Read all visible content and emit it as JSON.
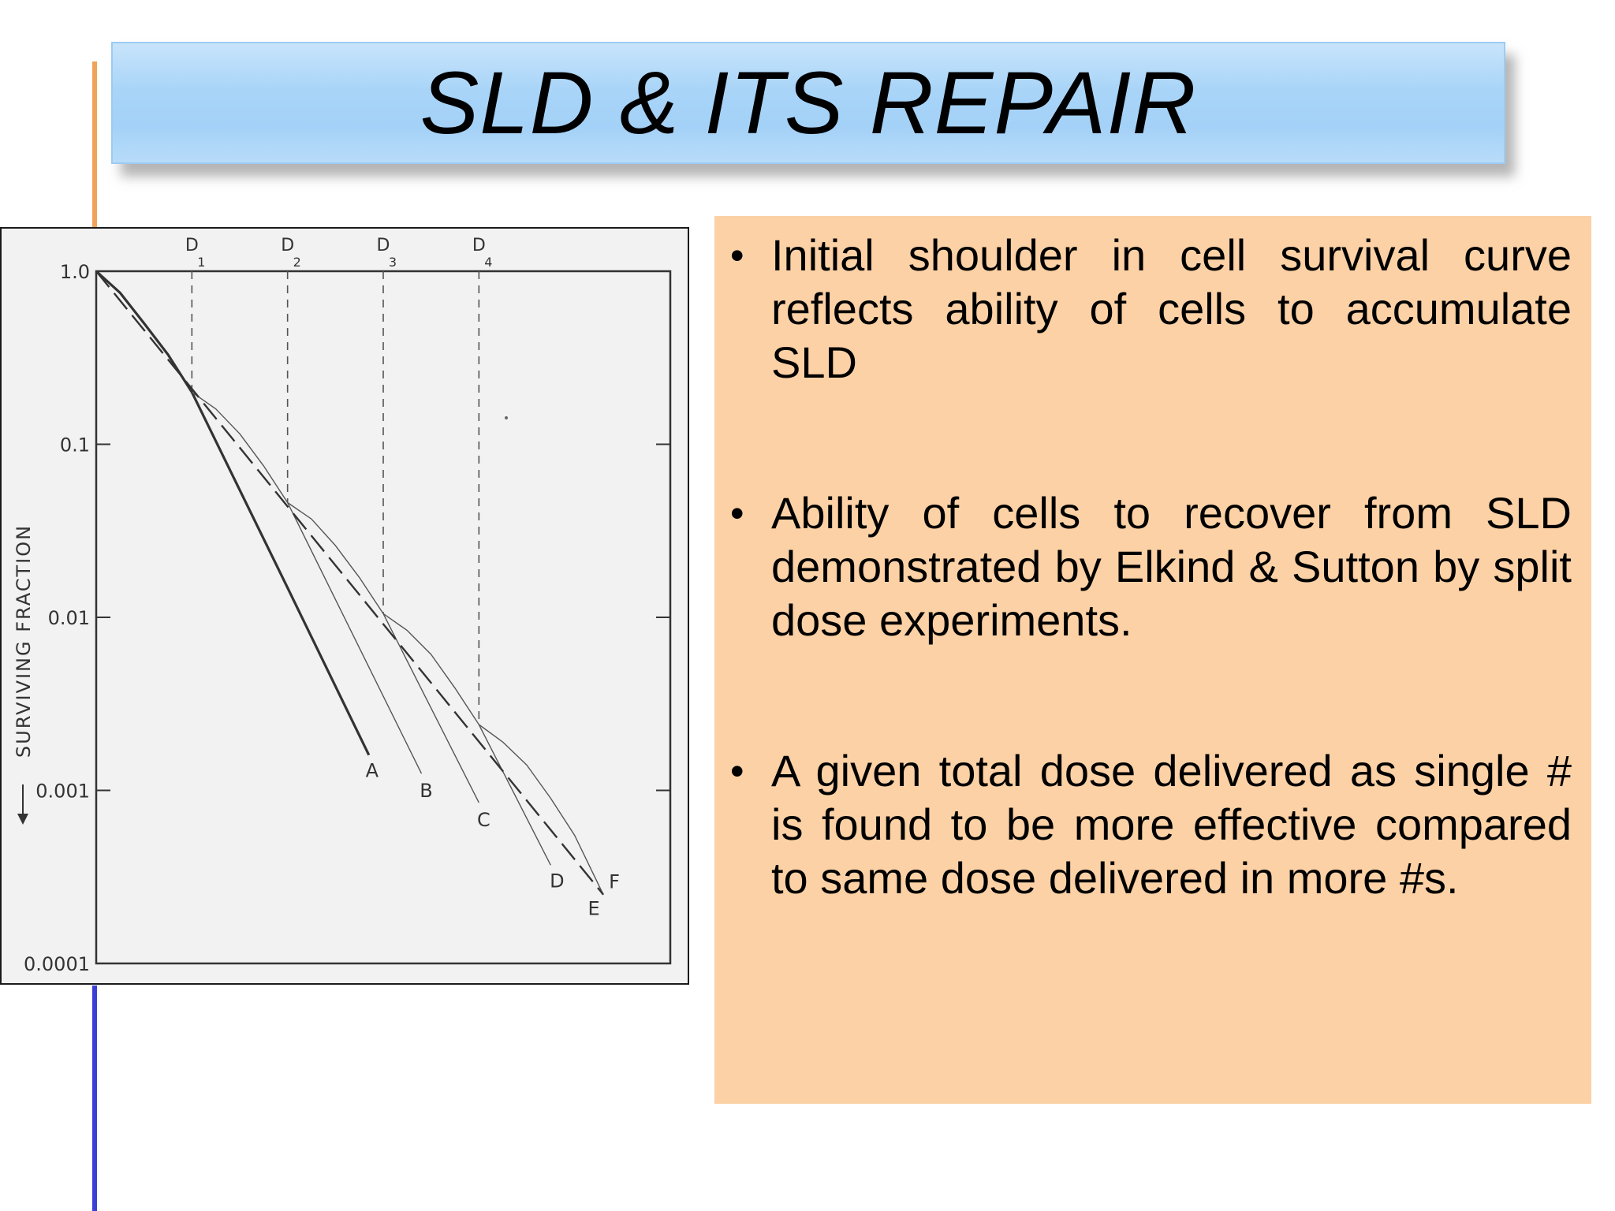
{
  "slide": {
    "title": "SLD & ITS REPAIR",
    "colors": {
      "title_bar": "#a8d4f8",
      "text_box": "#fcd1a5",
      "accent_top": "#f0a35a",
      "accent_bottom": "#3b3fd8"
    },
    "bullets": [
      {
        "text": "Initial shoulder in cell survival curve reflects ability of cells to accumulate SLD"
      },
      {
        "text": "Ability of cells to recover from SLD demonstrated by Elkind & Sutton by split dose experiments."
      },
      {
        "text": "A given total dose delivered as single # is found to be more effective compared to same dose delivered in more #s."
      }
    ]
  },
  "chart_data": {
    "type": "line",
    "ylabel": "SURVIVING FRACTION",
    "yscale": "log",
    "ylim": [
      0.0001,
      1.0
    ],
    "y_ticks": [
      "1.0",
      "0.1",
      "0.01",
      "0.001",
      "0.0001"
    ],
    "y_tick_values": [
      1.0,
      0.1,
      0.01,
      0.001,
      0.0001
    ],
    "xlim": [
      0,
      6
    ],
    "dose_markers": [
      {
        "label": "D",
        "sub": "1",
        "x": 1.0
      },
      {
        "label": "D",
        "sub": "2",
        "x": 2.0
      },
      {
        "label": "D",
        "sub": "3",
        "x": 3.0
      },
      {
        "label": "D",
        "sub": "4",
        "x": 4.0
      }
    ],
    "series": [
      {
        "name": "A",
        "style": "bold",
        "points": [
          [
            0,
            1.0
          ],
          [
            0.25,
            0.75
          ],
          [
            0.5,
            0.5
          ],
          [
            0.75,
            0.33
          ],
          [
            1.0,
            0.2
          ],
          [
            2.0,
            0.0148
          ],
          [
            2.85,
            0.0016
          ]
        ]
      },
      {
        "name": "B",
        "style": "thin",
        "points": [
          [
            1.0,
            0.2
          ],
          [
            1.25,
            0.16
          ],
          [
            1.5,
            0.115
          ],
          [
            1.75,
            0.075
          ],
          [
            2.0,
            0.046
          ],
          [
            3.4,
            0.00125
          ]
        ]
      },
      {
        "name": "C",
        "style": "thin",
        "points": [
          [
            2.0,
            0.046
          ],
          [
            2.25,
            0.037
          ],
          [
            2.5,
            0.026
          ],
          [
            2.75,
            0.017
          ],
          [
            3.0,
            0.0105
          ],
          [
            4.0,
            0.00085
          ]
        ]
      },
      {
        "name": "D",
        "style": "thin",
        "points": [
          [
            3.0,
            0.0105
          ],
          [
            3.25,
            0.0084
          ],
          [
            3.5,
            0.0061
          ],
          [
            3.75,
            0.0039
          ],
          [
            4.0,
            0.0024
          ],
          [
            4.75,
            0.00037
          ]
        ]
      },
      {
        "name": "E",
        "style": "thin",
        "points": [
          [
            4.0,
            0.0024
          ],
          [
            4.25,
            0.0019
          ],
          [
            4.5,
            0.0014
          ],
          [
            4.75,
            0.0009
          ],
          [
            5.0,
            0.00055
          ],
          [
            5.3,
            0.00025
          ]
        ]
      },
      {
        "name": "F",
        "style": "dashed",
        "points": [
          [
            0,
            1.0
          ],
          [
            5.3,
            0.00025
          ]
        ]
      }
    ]
  }
}
